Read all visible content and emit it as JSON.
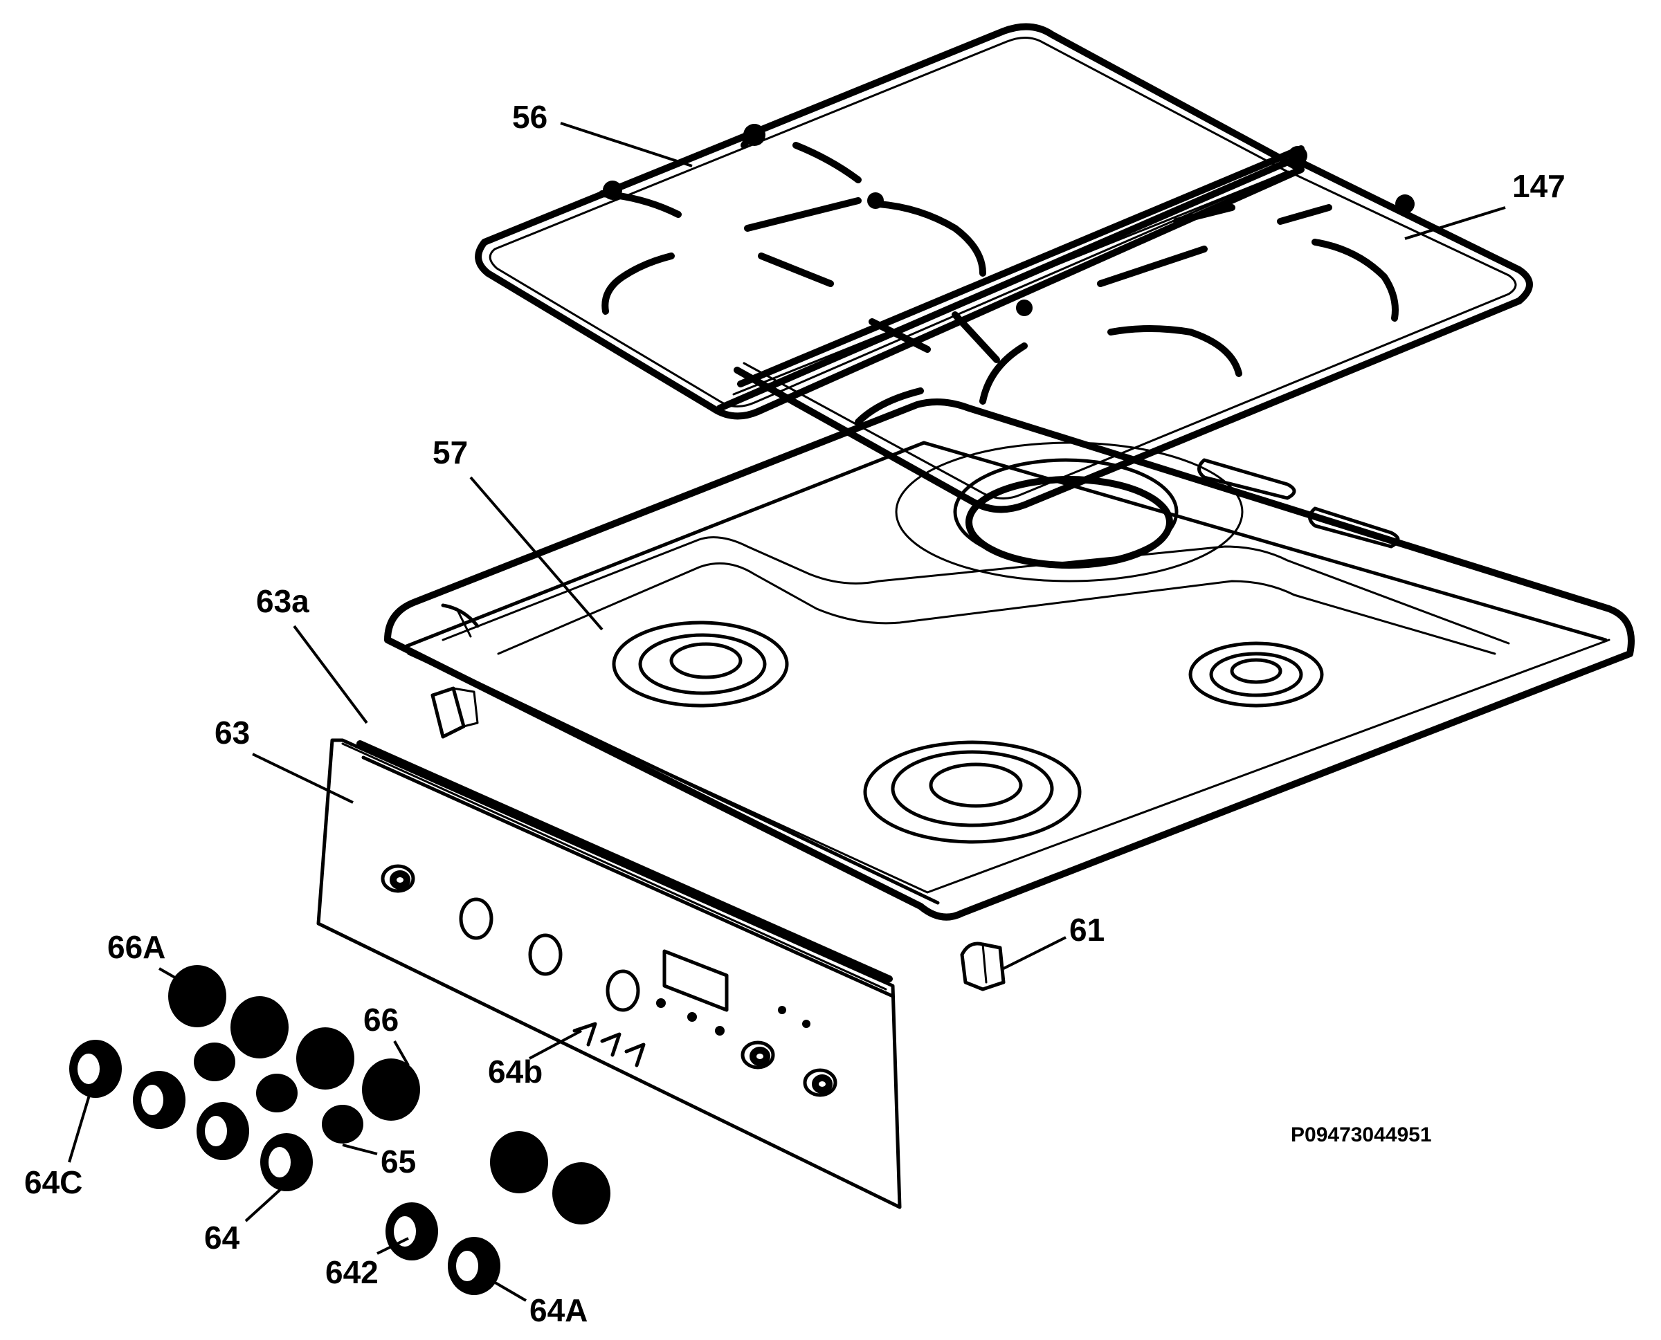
{
  "labels": {
    "pan_support": "56",
    "pan_support_right": "147",
    "hob_top": "57",
    "panel_strip": "63a",
    "control_panel": "63",
    "clip": "61",
    "switch": "64b",
    "knob_cap_66A": "66A",
    "knob_cap_66": "66",
    "knob_ring_65": "65",
    "knob_64C": "64C",
    "knob_64": "64",
    "knob_642": "642",
    "knob_64A": "64A"
  },
  "diagram_code": "P09473044951"
}
